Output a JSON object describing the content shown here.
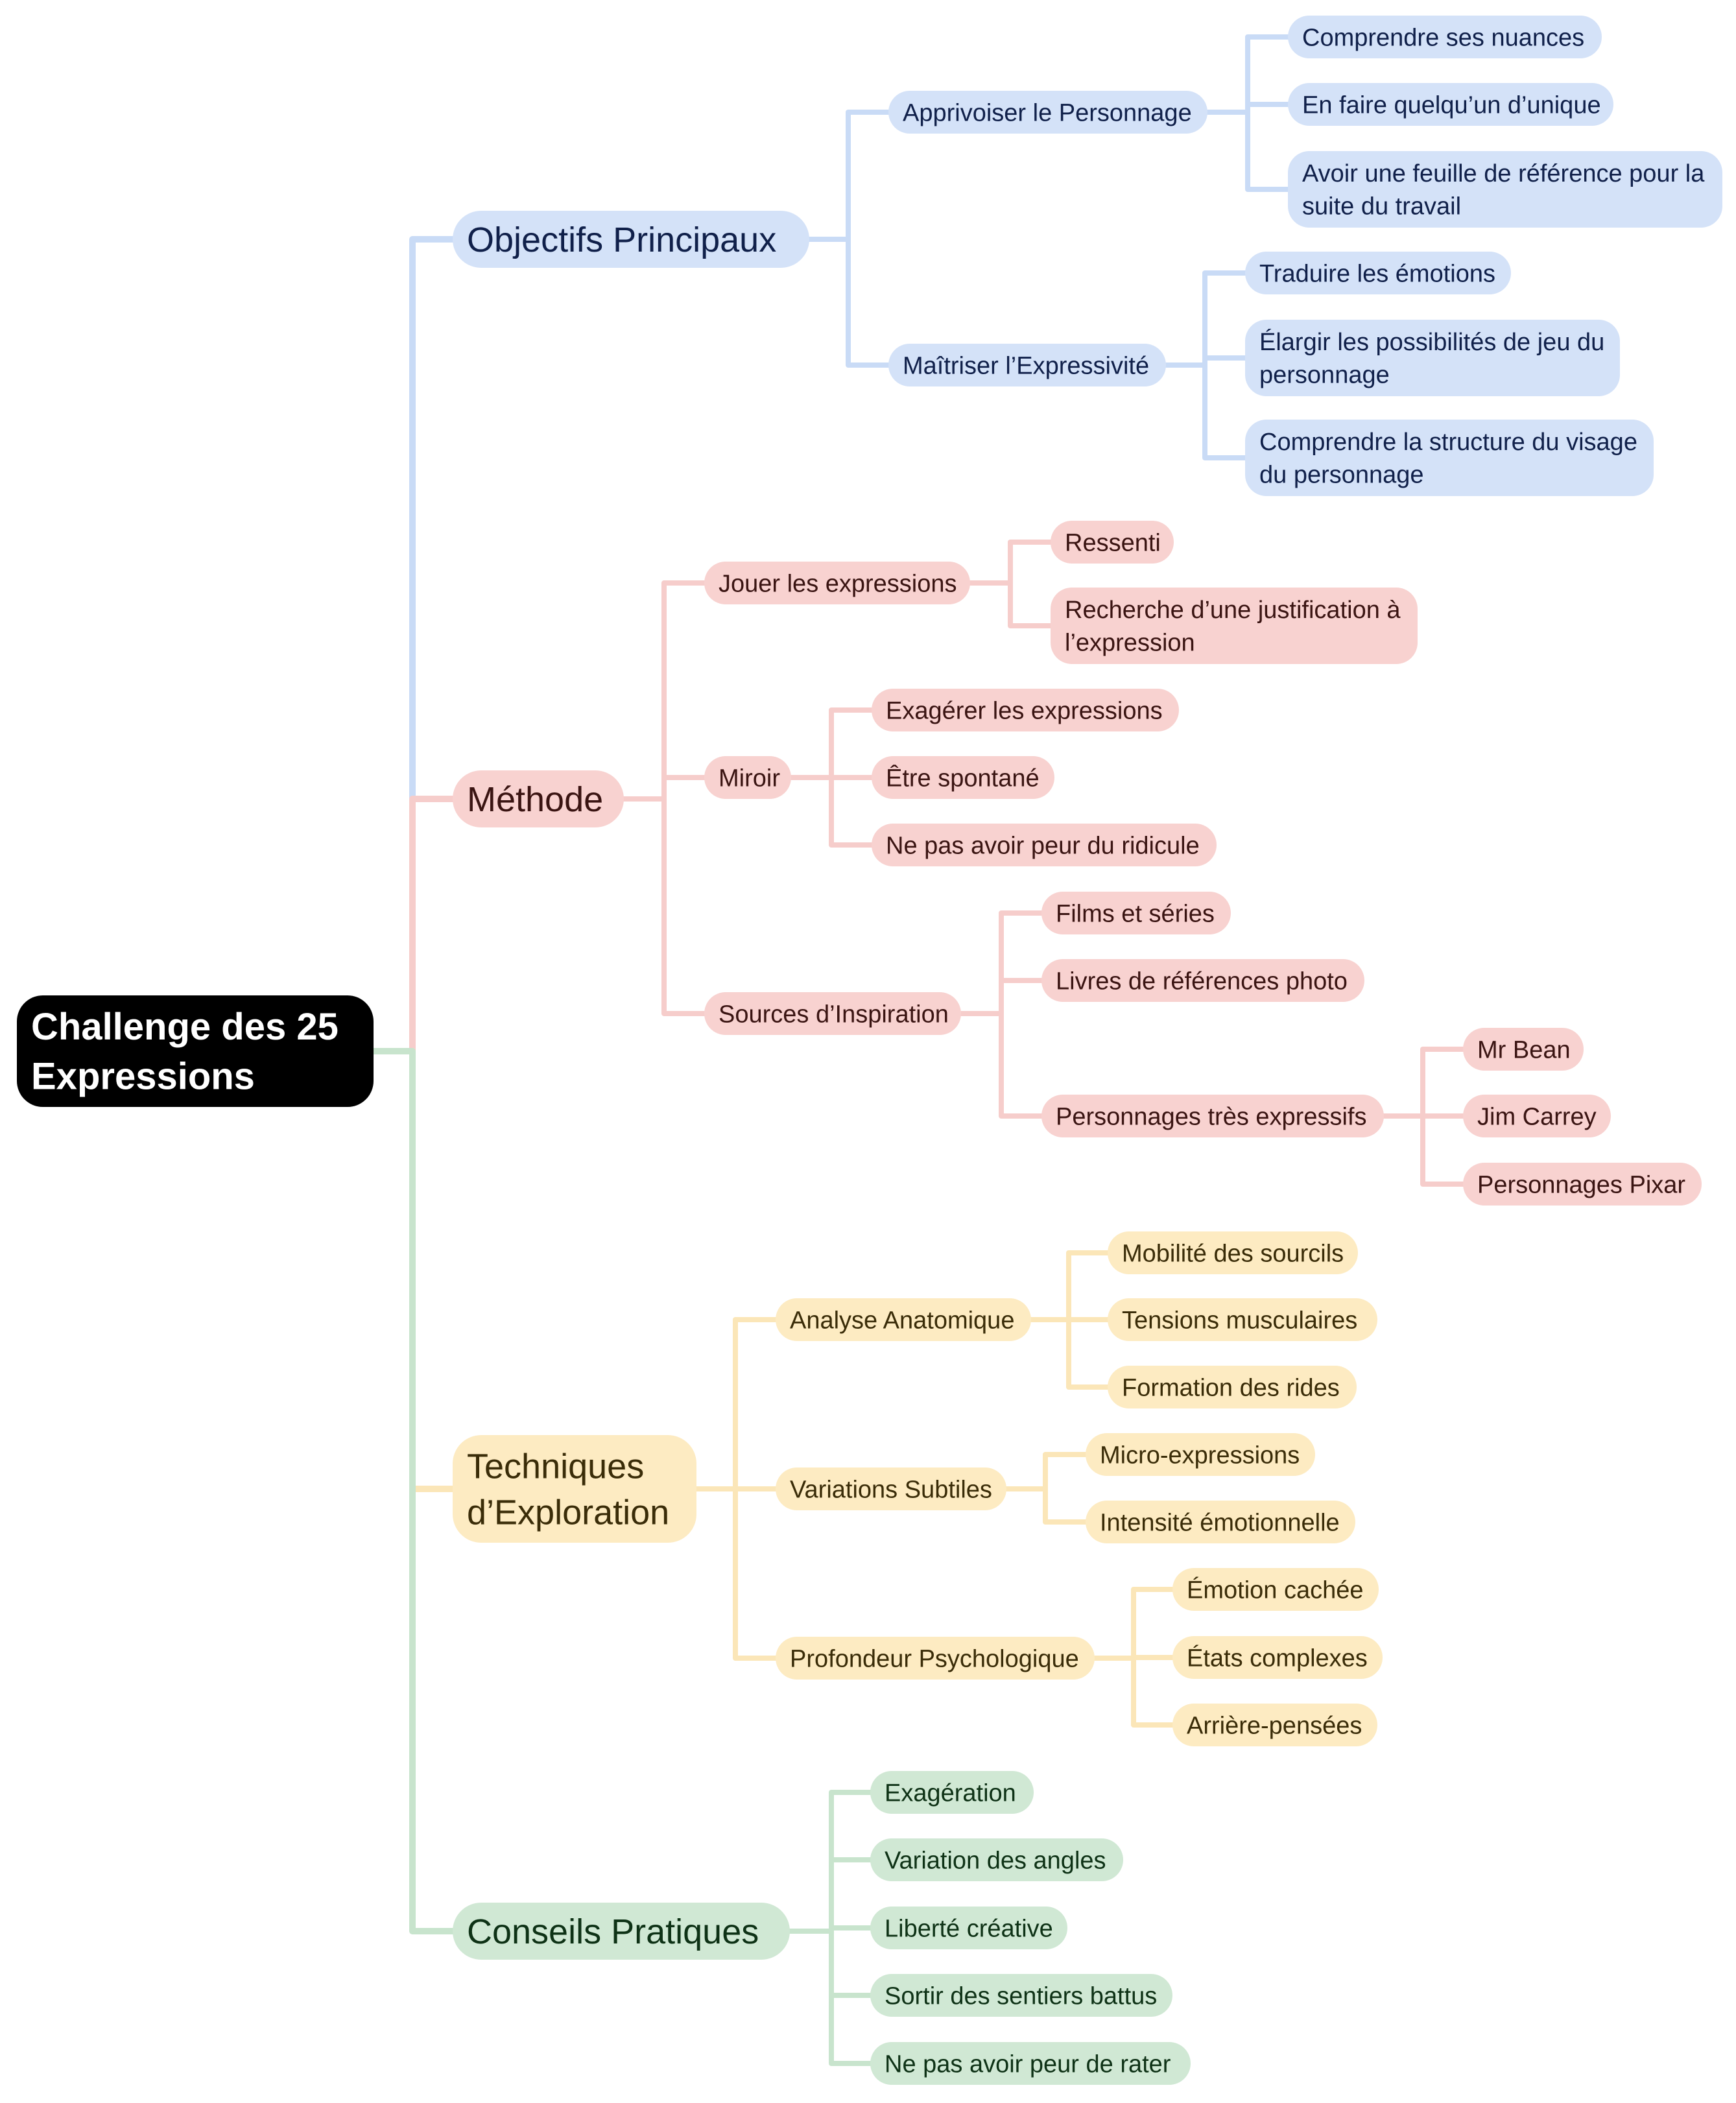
{
  "root": {
    "label_lines": [
      "Challenge des 25",
      "Expressions"
    ],
    "fill": "#000000",
    "text_color": "#ffffff"
  },
  "branches": [
    {
      "label": "Objectifs Principaux",
      "fill": "#d4e2f8",
      "line": "#c9dbf6",
      "text_color": "#10204a",
      "children": [
        {
          "label": "Apprivoiser le Personnage",
          "children": [
            {
              "label": "Comprendre ses nuances"
            },
            {
              "label": "En faire quelqu’un d’unique"
            },
            {
              "label": "Avoir une feuille de référence pour la suite du travail",
              "lines": [
                "Avoir une feuille de référence pour la",
                "suite du travail"
              ]
            }
          ]
        },
        {
          "label": "Maîtriser l’Expressivité",
          "children": [
            {
              "label": "Traduire les émotions"
            },
            {
              "label": "Élargir les possibilités de jeu du personnage",
              "lines": [
                "Élargir les possibilités de jeu du",
                "personnage"
              ]
            },
            {
              "label": "Comprendre la structure du visage du personnage",
              "lines": [
                "Comprendre la structure du visage",
                "du personnage"
              ]
            }
          ]
        }
      ]
    },
    {
      "label": "Méthode",
      "fill": "#f8d2d0",
      "line": "#f6cdcb",
      "text_color": "#3a1412",
      "children": [
        {
          "label": "Jouer les expressions",
          "children": [
            {
              "label": "Ressenti"
            },
            {
              "label": "Recherche d’une justification à l’expression",
              "lines": [
                "Recherche d’une justification à",
                "l’expression"
              ]
            }
          ]
        },
        {
          "label": "Miroir",
          "children": [
            {
              "label": "Exagérer les expressions"
            },
            {
              "label": "Être spontané"
            },
            {
              "label": "Ne pas avoir peur du ridicule"
            }
          ]
        },
        {
          "label": "Sources d’Inspiration",
          "children": [
            {
              "label": "Films et séries"
            },
            {
              "label": "Livres de références photo"
            },
            {
              "label": "Personnages très expressifs",
              "children": [
                {
                  "label": "Mr Bean"
                },
                {
                  "label": "Jim Carrey"
                },
                {
                  "label": "Personnages Pixar"
                }
              ]
            }
          ]
        }
      ]
    },
    {
      "label": "Techniques d’Exploration",
      "lines": [
        "Techniques",
        "d’Exploration"
      ],
      "fill": "#fdebc2",
      "line": "#fbe6b8",
      "text_color": "#3a2c08",
      "children": [
        {
          "label": "Analyse Anatomique",
          "children": [
            {
              "label": "Mobilité des sourcils"
            },
            {
              "label": "Tensions musculaires"
            },
            {
              "label": "Formation des rides"
            }
          ]
        },
        {
          "label": "Variations Subtiles",
          "children": [
            {
              "label": "Micro-expressions"
            },
            {
              "label": "Intensité émotionnelle"
            }
          ]
        },
        {
          "label": "Profondeur Psychologique",
          "children": [
            {
              "label": "Émotion cachée"
            },
            {
              "label": "États complexes"
            },
            {
              "label": "Arrière-pensées"
            }
          ]
        }
      ]
    },
    {
      "label": "Conseils Pratiques",
      "fill": "#d0e8d4",
      "line": "#c8e4cd",
      "text_color": "#0e3216",
      "children": [
        {
          "label": "Exagération"
        },
        {
          "label": "Variation des angles"
        },
        {
          "label": "Liberté créative"
        },
        {
          "label": "Sortir des sentiers battus"
        },
        {
          "label": "Ne pas avoir peur de rater"
        }
      ]
    }
  ]
}
